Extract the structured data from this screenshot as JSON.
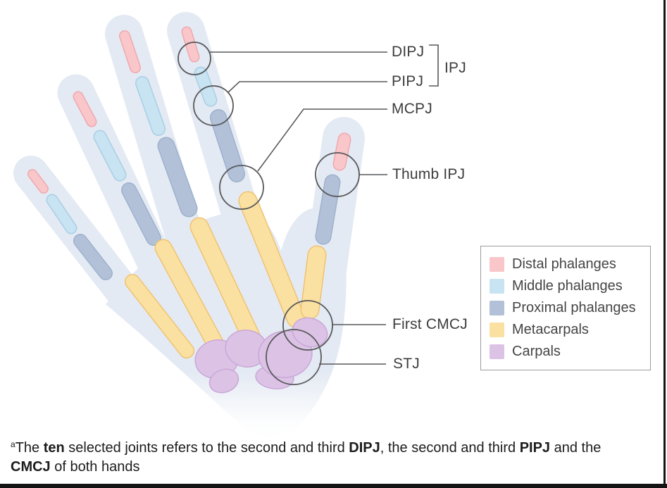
{
  "figure": {
    "type": "hand-skeleton-joint-diagram",
    "labels": {
      "dipj": "DIPJ",
      "pipj": "PIPJ",
      "ipj": "IPJ",
      "mcpj": "MCPJ",
      "thumb_ipj": "Thumb IPJ",
      "first_cmcj": "First CMCJ",
      "stj": "STJ"
    },
    "legend": {
      "items": [
        {
          "label": "Distal phalanges",
          "color": "#f9c6ca"
        },
        {
          "label": "Middle phalanges",
          "color": "#c8e3f2"
        },
        {
          "label": "Proximal phalanges",
          "color": "#b2c1d8"
        },
        {
          "label": "Metacarpals",
          "color": "#fbe1a1"
        },
        {
          "label": "Carpals",
          "color": "#dcc3e6"
        }
      ]
    },
    "footnote": {
      "sup": "a",
      "l1a": "The ",
      "l1b": "ten",
      "l1c": " selected joints refers to the second and third ",
      "l1d": "DIPJ",
      "l1e": ", the second and third ",
      "l1f": "PIPJ",
      "l1g": " and the",
      "l2a": "CMCJ",
      "l2b": " of both hands"
    },
    "colors": {
      "soft-tissue": "#e4eaf3",
      "distal": "#f9c6ca",
      "distal-edge": "#efa8ae",
      "middle": "#c8e3f2",
      "middle-edge": "#a8cfe4",
      "proximal": "#b2c1d8",
      "proximal-edge": "#9db1cd",
      "metacarpal": "#fbe1a1",
      "metacarpal-edge": "#efc271",
      "carpal": "#dcc3e6",
      "carpal-edge": "#c9a7d6",
      "annotation-line": "#57585a",
      "text": "#3d3d3d",
      "legend-border": "#9b9b9b"
    }
  }
}
